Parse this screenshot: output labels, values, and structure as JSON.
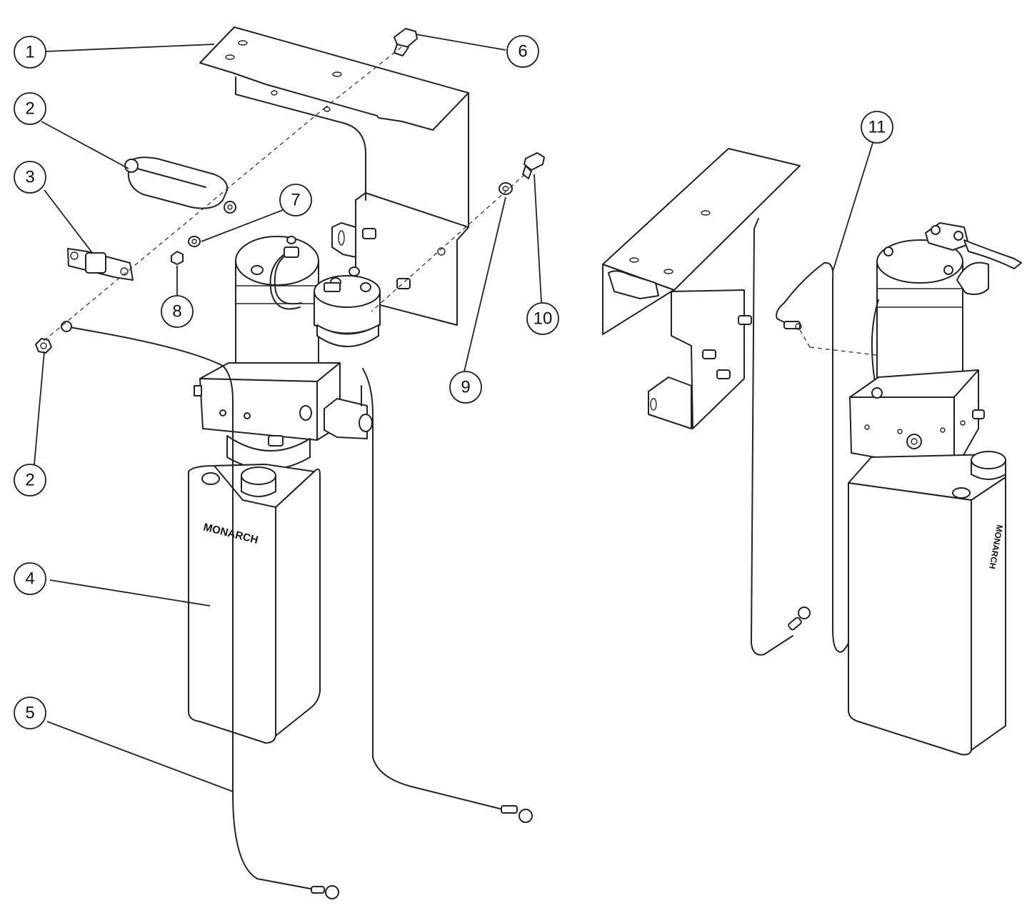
{
  "callouts": [
    {
      "label": "1"
    },
    {
      "label": "2"
    },
    {
      "label": "3"
    },
    {
      "label": "4"
    },
    {
      "label": "5"
    },
    {
      "label": "6"
    },
    {
      "label": "7"
    },
    {
      "label": "8"
    },
    {
      "label": "9"
    },
    {
      "label": "10"
    },
    {
      "label": "11"
    },
    {
      "label": "2"
    }
  ],
  "tank_brand": "MONARCH",
  "colors": {
    "line": "#222222",
    "background": "#ffffff"
  }
}
